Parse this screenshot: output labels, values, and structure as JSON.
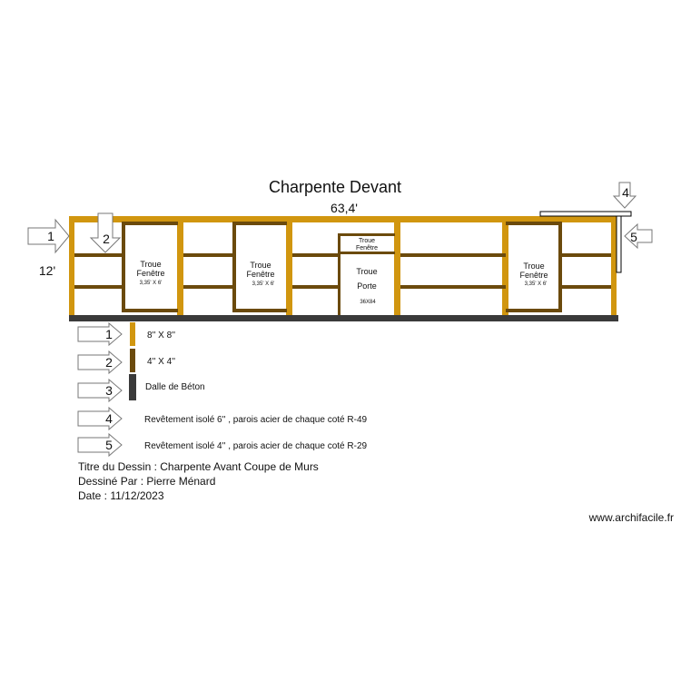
{
  "title": "Charpente Devant",
  "dimension_width": "63,4'",
  "dimension_height": "12'",
  "colors": {
    "beam_8x8": "#d1960f",
    "stud_4x4": "#6b4a0c",
    "slab": "#3a3a3a",
    "background": "#ffffff"
  },
  "openings": [
    {
      "label1": "Troue",
      "label2": "Fenêtre",
      "size": "3,35' X 6'"
    },
    {
      "label1": "Troue",
      "label2": "Fenêtre",
      "size": "3,35' X 6'"
    },
    {
      "label1": "Troue",
      "label2": "Fenêtre",
      "size": ""
    },
    {
      "label1": "Troue",
      "label2": "Porte",
      "size": "36X84"
    },
    {
      "label1": "Troue",
      "label2": "Fenêtre",
      "size": "3,35' X 6'"
    }
  ],
  "callouts": [
    "1",
    "2",
    "4",
    "5"
  ],
  "legend": [
    {
      "number": "1",
      "swatch": "beam_8x8",
      "text": "8'' X 8''"
    },
    {
      "number": "2",
      "swatch": "stud_4x4",
      "text": "4'' X 4''"
    },
    {
      "number": "3",
      "swatch": "slab",
      "text": "Dalle de Béton"
    },
    {
      "number": "4",
      "swatch": "",
      "text": "Revêtement isolé 6'' , parois acier de chaque coté R-49"
    },
    {
      "number": "5",
      "swatch": "",
      "text": "Revêtement isolé 4'' , parois acier de chaque coté R-29"
    }
  ],
  "info": {
    "title_line": "Titre du Dessin : Charpente Avant Coupe de Murs",
    "author_line": "Dessiné Par : Pierre Ménard",
    "date_line": "Date : 11/12/2023"
  },
  "credit": "www.archifacile.fr"
}
